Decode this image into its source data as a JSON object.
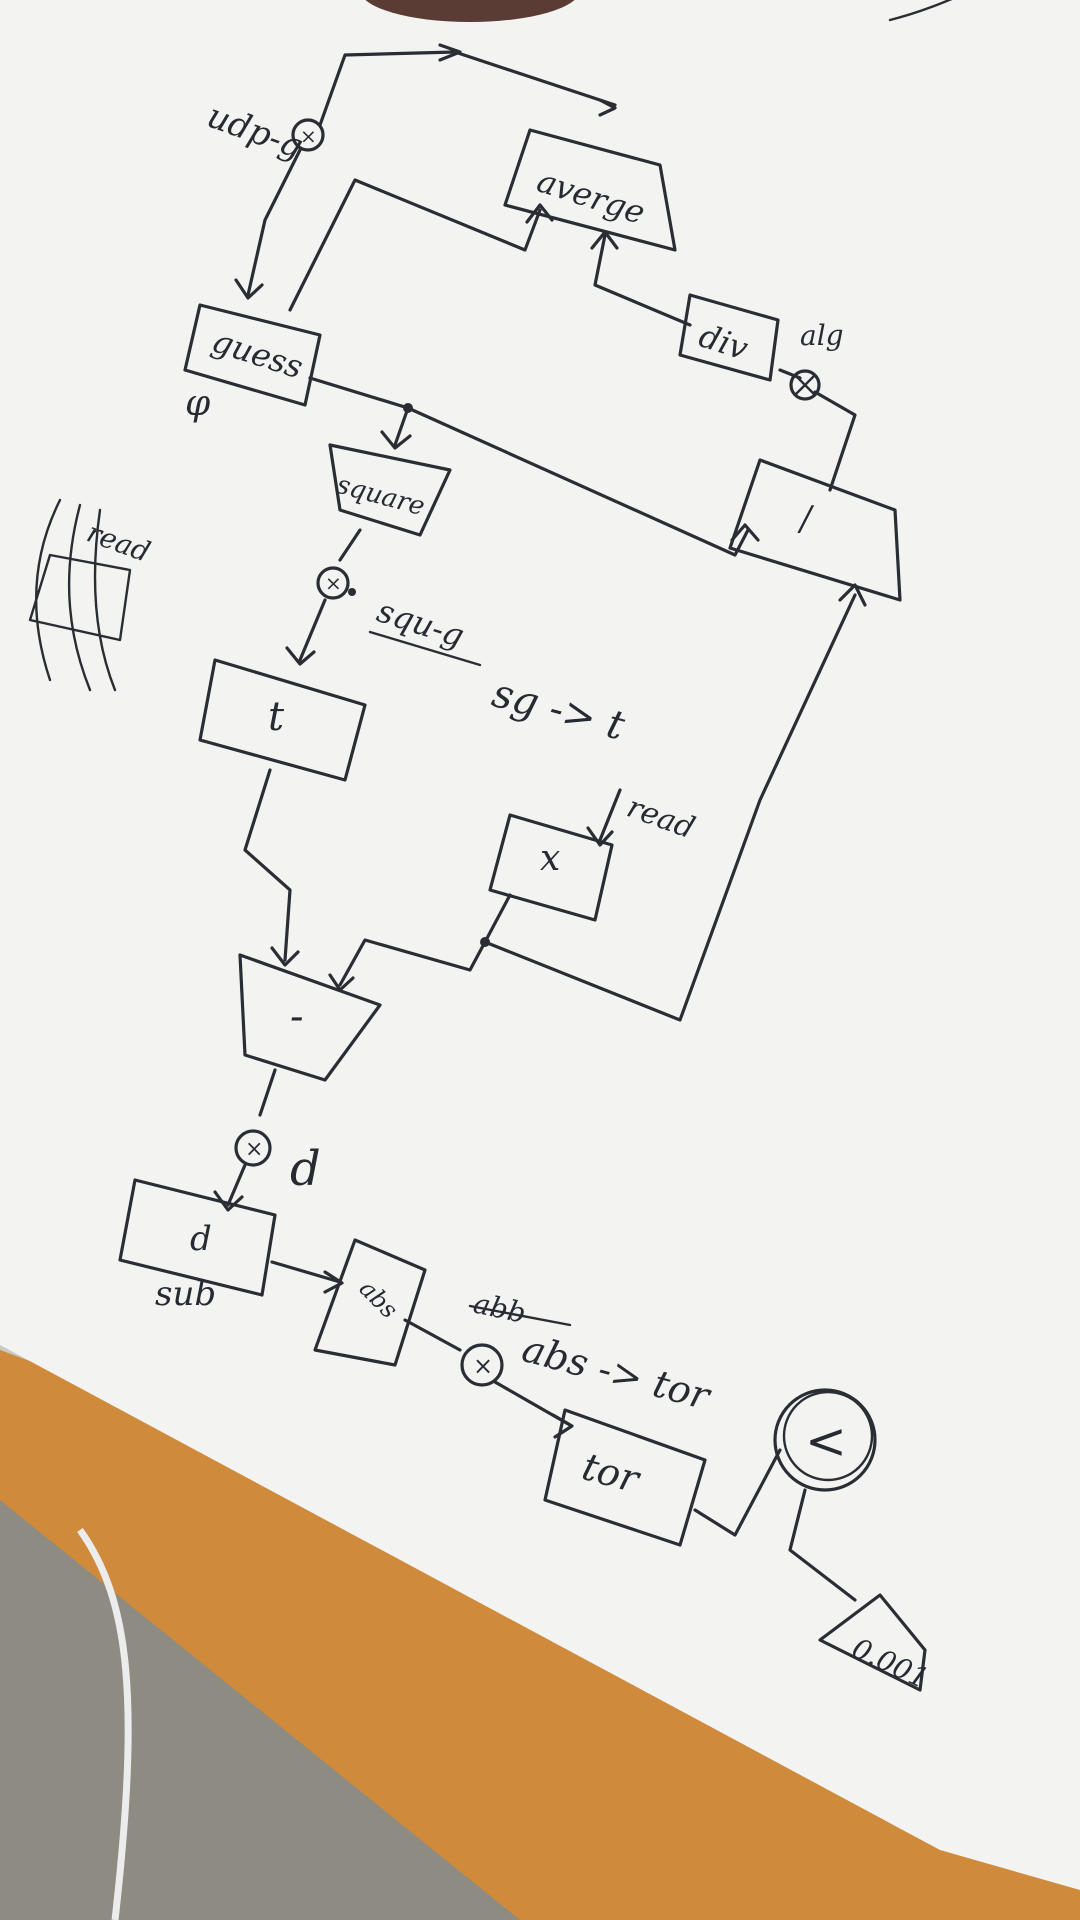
{
  "labels": {
    "top_register": "udp-g",
    "average": "averge",
    "div": "div",
    "alg": "alg",
    "guess": "guess",
    "guess_init": "φ",
    "square": "square",
    "sq_struck": "squ-g",
    "sq_assign": "sg -> t",
    "t": "t",
    "read_x": "read",
    "read_left": "read",
    "x": "x",
    "minus": "-",
    "d": "d",
    "sub": "sub",
    "abs": "abs",
    "abs_struck": "abb",
    "abs_assign": "abs -> tor",
    "tor": "tor",
    "less_than": "<",
    "const": "0.001",
    "divide": "/",
    "mux": "×"
  },
  "colors": {
    "paper": "#f4f4f2",
    "ink": "#2a2d33",
    "table": "#cf8a3b",
    "floor": "#8c8a84"
  }
}
